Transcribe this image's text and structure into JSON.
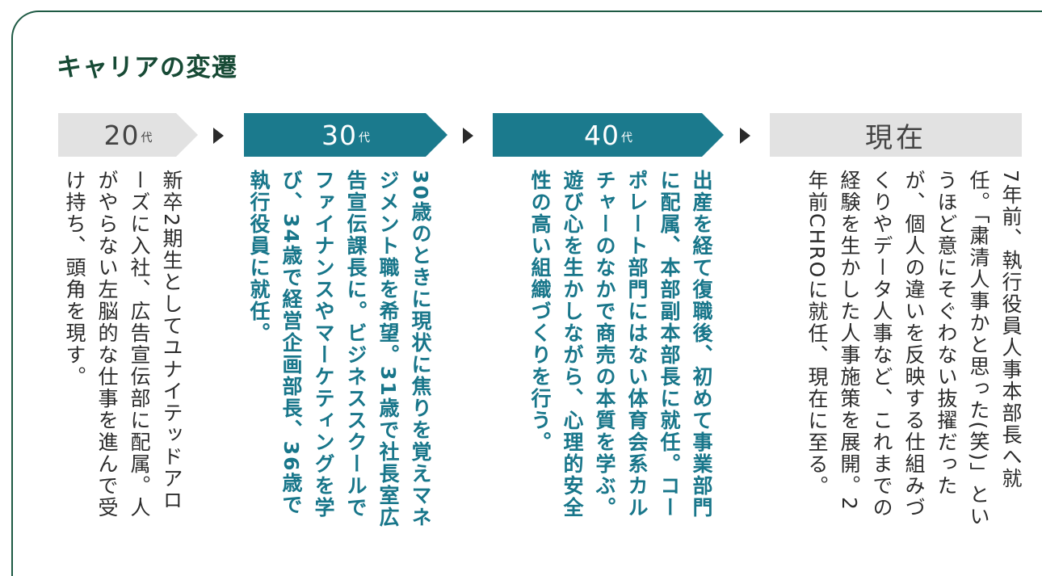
{
  "section_title": "キャリアの変遷",
  "colors": {
    "frame": "#1e5a44",
    "title": "#174a35",
    "teal": "#1b7a8d",
    "gray": "#e2e2e2"
  },
  "stages": [
    {
      "num": "20",
      "suffix": "代",
      "description": "新卒2期生としてユナイテッドアローズに入社、広告宣伝部に配属。人がやらない左脳的な仕事を進んで受け持ち、頭角を現す。"
    },
    {
      "num": "30",
      "suffix": "代",
      "description": "30歳のときに現状に焦りを覚えマネジメント職を希望。31歳で社長室広告宣伝課長に。ビジネススクールでファイナンスやマーケティングを学び、34歳で経営企画部長、36歳で執行役員に就任。"
    },
    {
      "num": "40",
      "suffix": "代",
      "description": "出産を経て復職後、初めて事業部門に配属、本部副本部長に就任。コーポレート部門にはない体育会系カルチャーのなかで商売の本質を学ぶ。遊び心を生かしながら、心理的安全性の高い組織づくりを行う。"
    },
    {
      "label": "現在",
      "description": "7年前、執行役員人事本部長へ就任。「粛清人事かと思った(笑)」というほど意にそぐわない抜擢だったが、個人の違いを反映する仕組みづくりやデータ人事など、これまでの経験を生かした人事施策を展開。2年前CHROに就任、現在に至る。"
    }
  ]
}
